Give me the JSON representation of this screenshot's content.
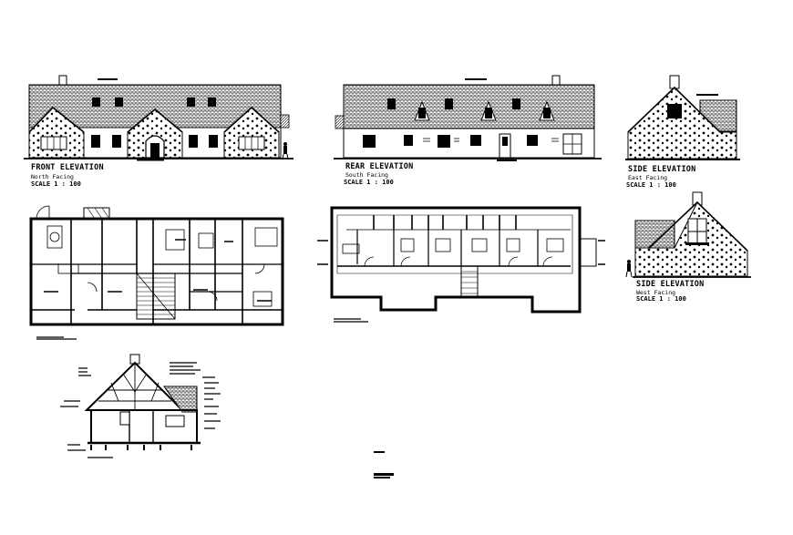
{
  "drawings": {
    "front": {
      "title": "FRONT ELEVATION",
      "facing": "North Facing",
      "scale": "SCALE 1 : 100"
    },
    "rear": {
      "title": "REAR ELEVATION",
      "facing": "South Facing",
      "scale": "SCALE 1 : 100"
    },
    "side_east": {
      "title": "SIDE ELEVATION",
      "facing": "East Facing",
      "scale": "SCALE 1 : 100"
    },
    "side_west": {
      "title": "SIDE ELEVATION",
      "facing": "West Facing",
      "scale": "SCALE 1 : 100"
    }
  },
  "colors": {
    "ink": "#000000",
    "paper": "#ffffff",
    "roof_tile": "#555555",
    "wall_grey": "#dddddd"
  }
}
